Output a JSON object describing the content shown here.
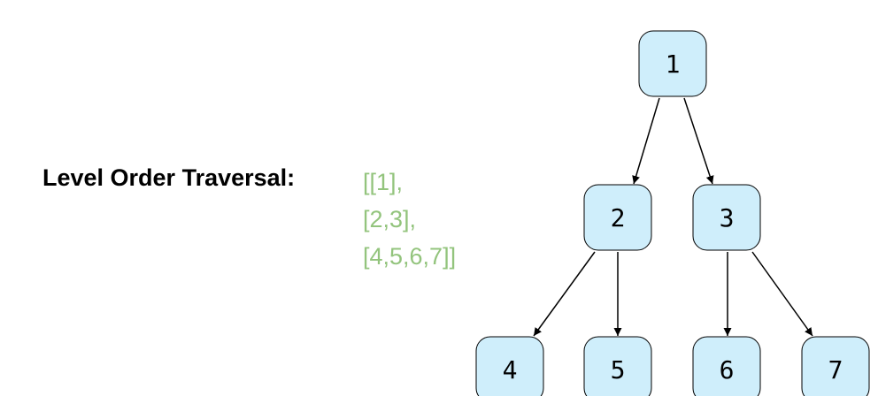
{
  "title": "Level Order Traversal:",
  "result_lines": [
    "[[1],",
    "[2,3],",
    "[4,5,6,7]]"
  ],
  "colors": {
    "node_fill": "#cfeefb",
    "result_text": "#93c47d",
    "title_text": "#000000"
  },
  "tree": {
    "nodes": [
      {
        "id": "1",
        "label": "1"
      },
      {
        "id": "2",
        "label": "2"
      },
      {
        "id": "3",
        "label": "3"
      },
      {
        "id": "4",
        "label": "4"
      },
      {
        "id": "5",
        "label": "5"
      },
      {
        "id": "6",
        "label": "6"
      },
      {
        "id": "7",
        "label": "7"
      }
    ],
    "edges": [
      {
        "from": "1",
        "to": "2"
      },
      {
        "from": "1",
        "to": "3"
      },
      {
        "from": "2",
        "to": "4"
      },
      {
        "from": "2",
        "to": "5"
      },
      {
        "from": "3",
        "to": "6"
      },
      {
        "from": "3",
        "to": "7"
      }
    ]
  }
}
